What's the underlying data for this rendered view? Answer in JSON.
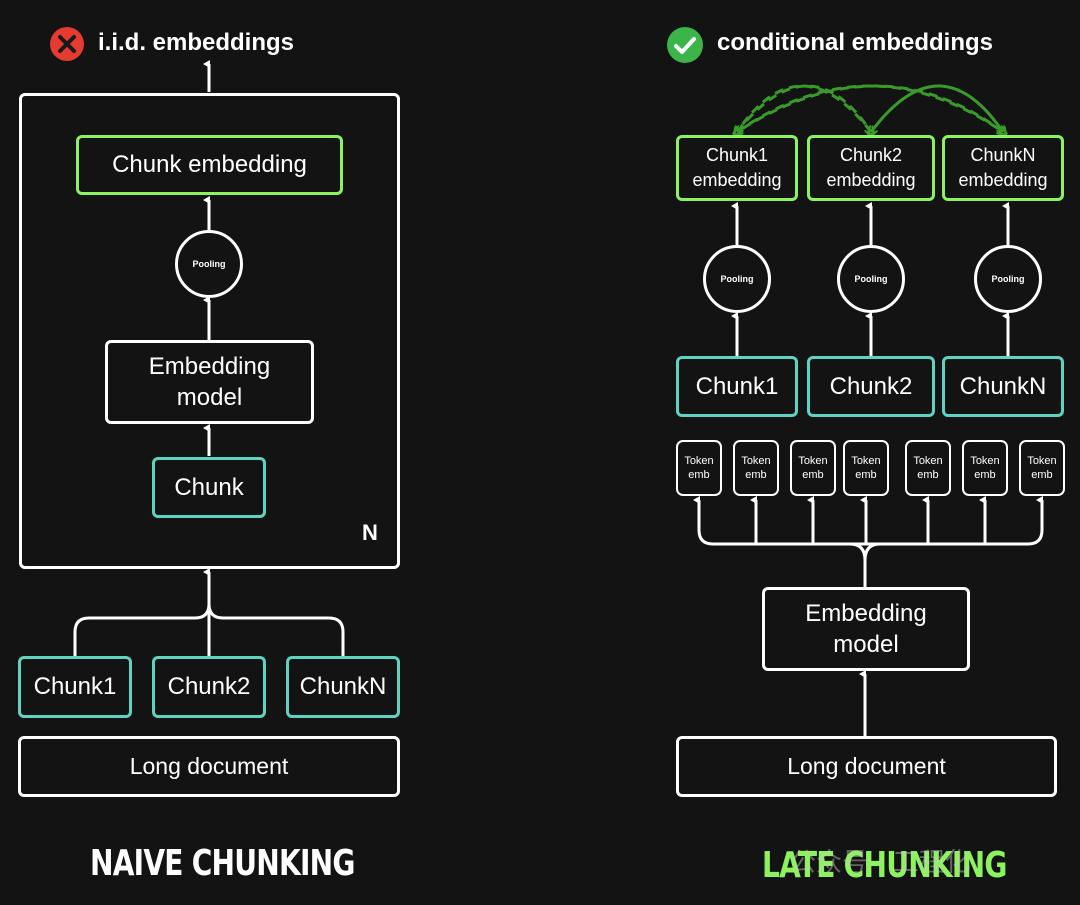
{
  "colors": {
    "background": "#131313",
    "white": "#ffffff",
    "chunk_border": "#5fd3c2",
    "embedding_border": "#8cf35f",
    "bad_icon": "#e53b30",
    "good_icon": "#3bb54a",
    "attention_arrows": "#3a9a2a",
    "late_chunking_caption": "#8cf35f"
  },
  "left": {
    "title": "i.i.d. embeddings",
    "status_icon": "x-icon",
    "chunk_embedding": "Chunk embedding",
    "pooling": "Pooling",
    "embedding_model": "Embedding\nmodel",
    "chunk": "Chunk",
    "repeat_label": "N",
    "chunks": [
      "Chunk1",
      "Chunk2",
      "ChunkN"
    ],
    "long_document": "Long document",
    "caption": "NAIVE CHUNKING"
  },
  "right": {
    "title": "conditional embeddings",
    "status_icon": "check-icon",
    "chunk_embeddings": [
      "Chunk1\nembedding",
      "Chunk2\nembedding",
      "ChunkN\nembedding"
    ],
    "pooling": [
      "Pooling",
      "Pooling",
      "Pooling"
    ],
    "chunks": [
      "Chunk1",
      "Chunk2",
      "ChunkN"
    ],
    "token_embs": [
      "Token\nemb",
      "Token\nemb",
      "Token\nemb",
      "Token\nemb",
      "Token\nemb",
      "Token\nemb",
      "Token\nemb"
    ],
    "embedding_model": "Embedding\nmodel",
    "long_document": "Long document",
    "caption": "LATE CHUNKING"
  },
  "watermark": "公众号 · 工程化"
}
